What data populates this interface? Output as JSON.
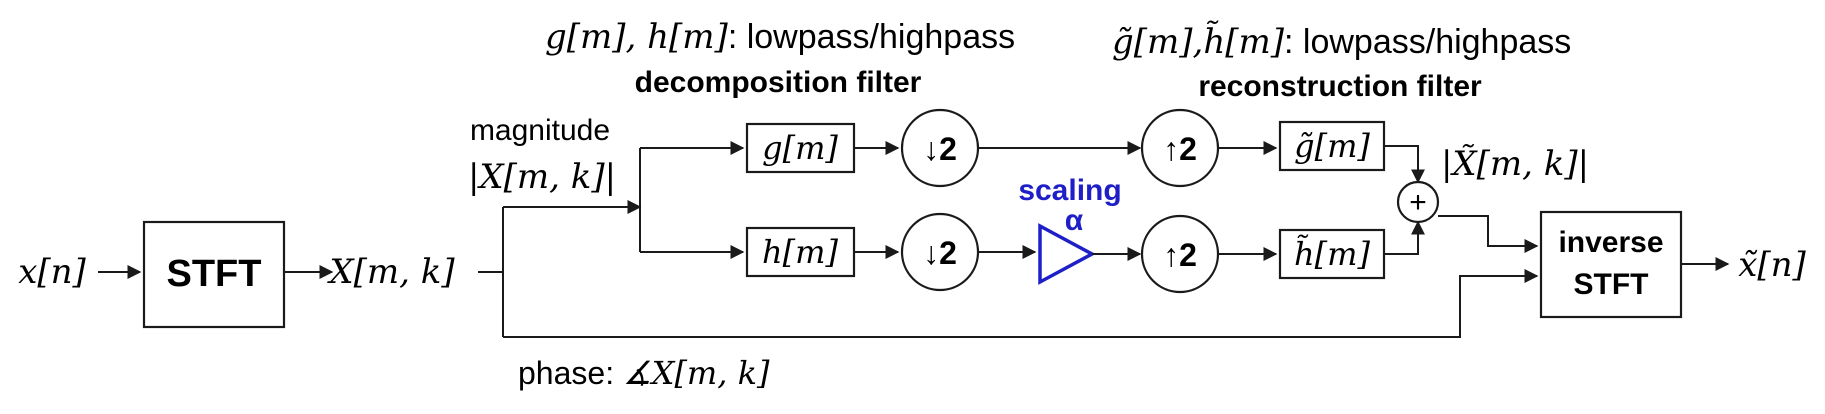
{
  "labels": {
    "decomposition_math": "g[m], h[m]",
    "decomposition_text": ": lowpass/highpass",
    "decomposition_title": "decomposition filter",
    "reconstruction_math": "g̃[m],h̃[m]",
    "reconstruction_text": ": lowpass/highpass",
    "reconstruction_title": "reconstruction filter",
    "magnitude_text": "magnitude",
    "magnitude_math": "|X[m, k]|",
    "phase_text": "phase: ",
    "phase_math": "∡X[m, k]",
    "scaling_text": "scaling",
    "scaling_symbol": "α",
    "input_math": "x[n]",
    "stft_output_math": "X[m, k]",
    "recon_magnitude_math": "|X̃[m, k]|",
    "output_math": "x̃[n]"
  },
  "blocks": {
    "stft": "STFT",
    "g_filter": "g[m]",
    "h_filter": "h[m]",
    "g_tilde_filter": "g̃[m]",
    "h_tilde_filter": "h̃[m]",
    "down_top": "↓2",
    "down_bottom": "↓2",
    "up_top": "↑2",
    "up_bottom": "↑2",
    "sum": "+",
    "inverse_stft_line1": "inverse",
    "inverse_stft_line2": "STFT"
  },
  "colors": {
    "ink": "#1a1a1a",
    "scaling_accent": "#1f1fc8"
  }
}
